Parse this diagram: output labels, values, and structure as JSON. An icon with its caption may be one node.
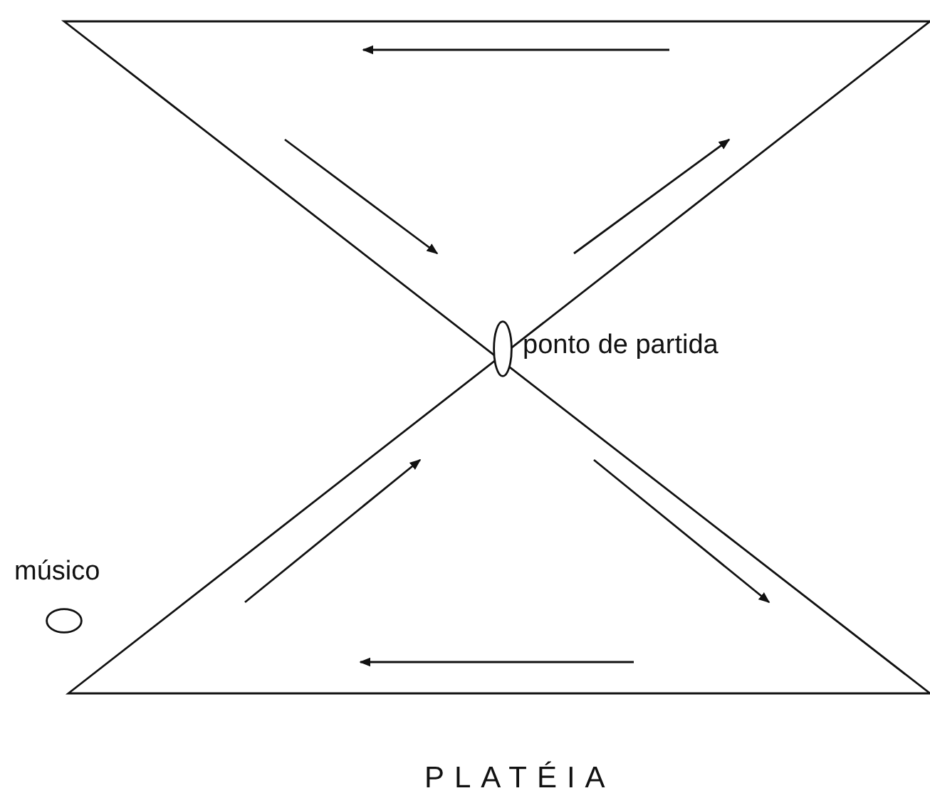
{
  "diagram": {
    "nodes": [
      {
        "text": [],
        "shape": "circle",
        "beside": [
          "ponto de partida"
        ]
      },
      {
        "text": [],
        "shape": "circle",
        "beside": [
          "músico"
        ]
      }
    ],
    "labels": [
      "PLATÉIA"
    ]
  }
}
